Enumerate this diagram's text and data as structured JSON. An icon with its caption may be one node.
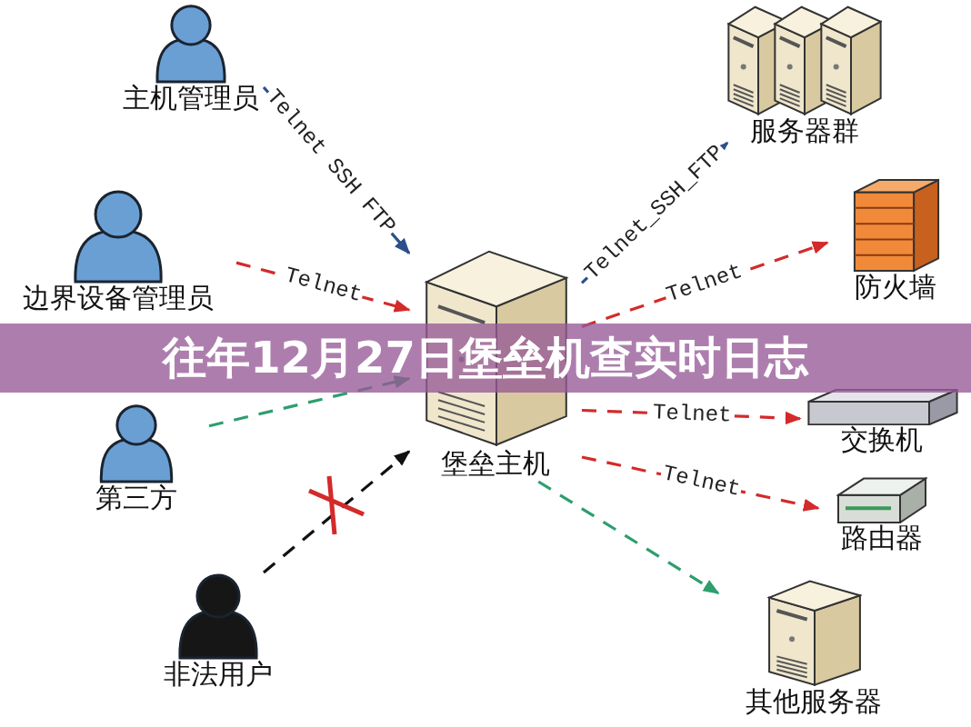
{
  "diagram": {
    "title": "往年12月27日堡垒机查实时日志",
    "nodes": [
      {
        "text": [
          "主机管理员"
        ]
      },
      {
        "text": [
          "边界设备管理员"
        ]
      },
      {
        "text": [
          "第三方"
        ]
      },
      {
        "text": [
          "非法用户"
        ]
      },
      {
        "text": [
          "堡垒主机"
        ]
      },
      {
        "text": [
          "服务器群"
        ]
      },
      {
        "text": [
          "防火墙"
        ]
      },
      {
        "text": [
          "交换机"
        ]
      },
      {
        "text": [
          "路由器"
        ]
      },
      {
        "text": [
          "其他服务器"
        ]
      }
    ],
    "edges": [
      {
        "from": 0,
        "to": 4,
        "arrow": "to",
        "label": "Telnet SSH FTP",
        "color": "#2c4f8c"
      },
      {
        "from": 1,
        "to": 4,
        "arrow": "to",
        "label": "Telnet",
        "style": "dashed"
      },
      {
        "from": 2,
        "to": 4,
        "arrow": "to",
        "style": "dashed",
        "color": "#2e9e6e"
      },
      {
        "from": 3,
        "to": 4,
        "arrow": "to",
        "style": "dashed",
        "color": "#111111"
      },
      {
        "from": 4,
        "to": 5,
        "arrow": "to",
        "label": "Telnet_SSH_FTP",
        "color": "#2c4f8c"
      },
      {
        "from": 4,
        "to": 6,
        "arrow": "to",
        "label": "Telnet",
        "style": "dashed"
      },
      {
        "from": 4,
        "to": 7,
        "arrow": "to",
        "label": "Telnet",
        "style": "dashed"
      },
      {
        "from": 4,
        "to": 8,
        "arrow": "to",
        "label": "Telnet",
        "style": "dashed"
      },
      {
        "from": 4,
        "to": 9,
        "arrow": "to",
        "style": "dashed",
        "color": "#2e9e6e"
      }
    ]
  }
}
